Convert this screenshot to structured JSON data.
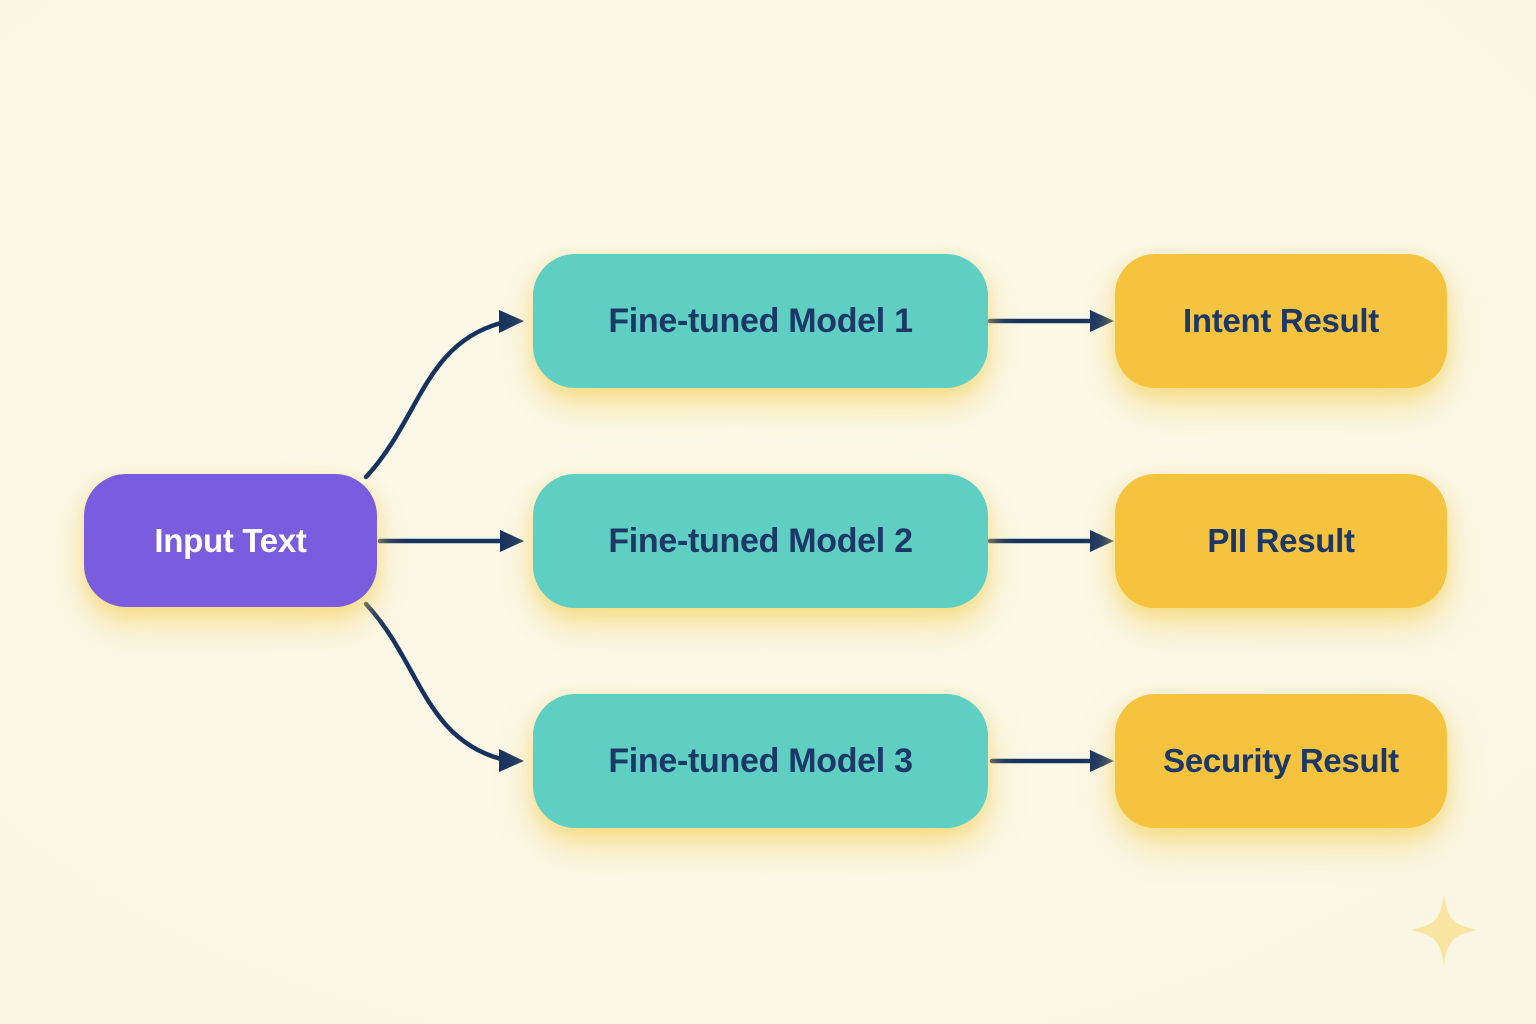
{
  "diagram": {
    "input": {
      "label": "Input Text"
    },
    "models": [
      {
        "label": "Fine-tuned Model 1"
      },
      {
        "label": "Fine-tuned Model 2"
      },
      {
        "label": "Fine-tuned Model 3"
      }
    ],
    "results": [
      {
        "label": "Intent Result"
      },
      {
        "label": "PII Result"
      },
      {
        "label": "Security Result"
      }
    ]
  },
  "colors": {
    "background": "#FBF6E4",
    "input-box": "#7A5CDE",
    "input-text": "#FFFFFF",
    "model-box": "#5FCFC4",
    "result-box": "#F6C33E",
    "box-text": "#1B3866",
    "arrow": "#16325F",
    "glow": "#F5D66A",
    "sparkle": "#F8E5A2"
  }
}
